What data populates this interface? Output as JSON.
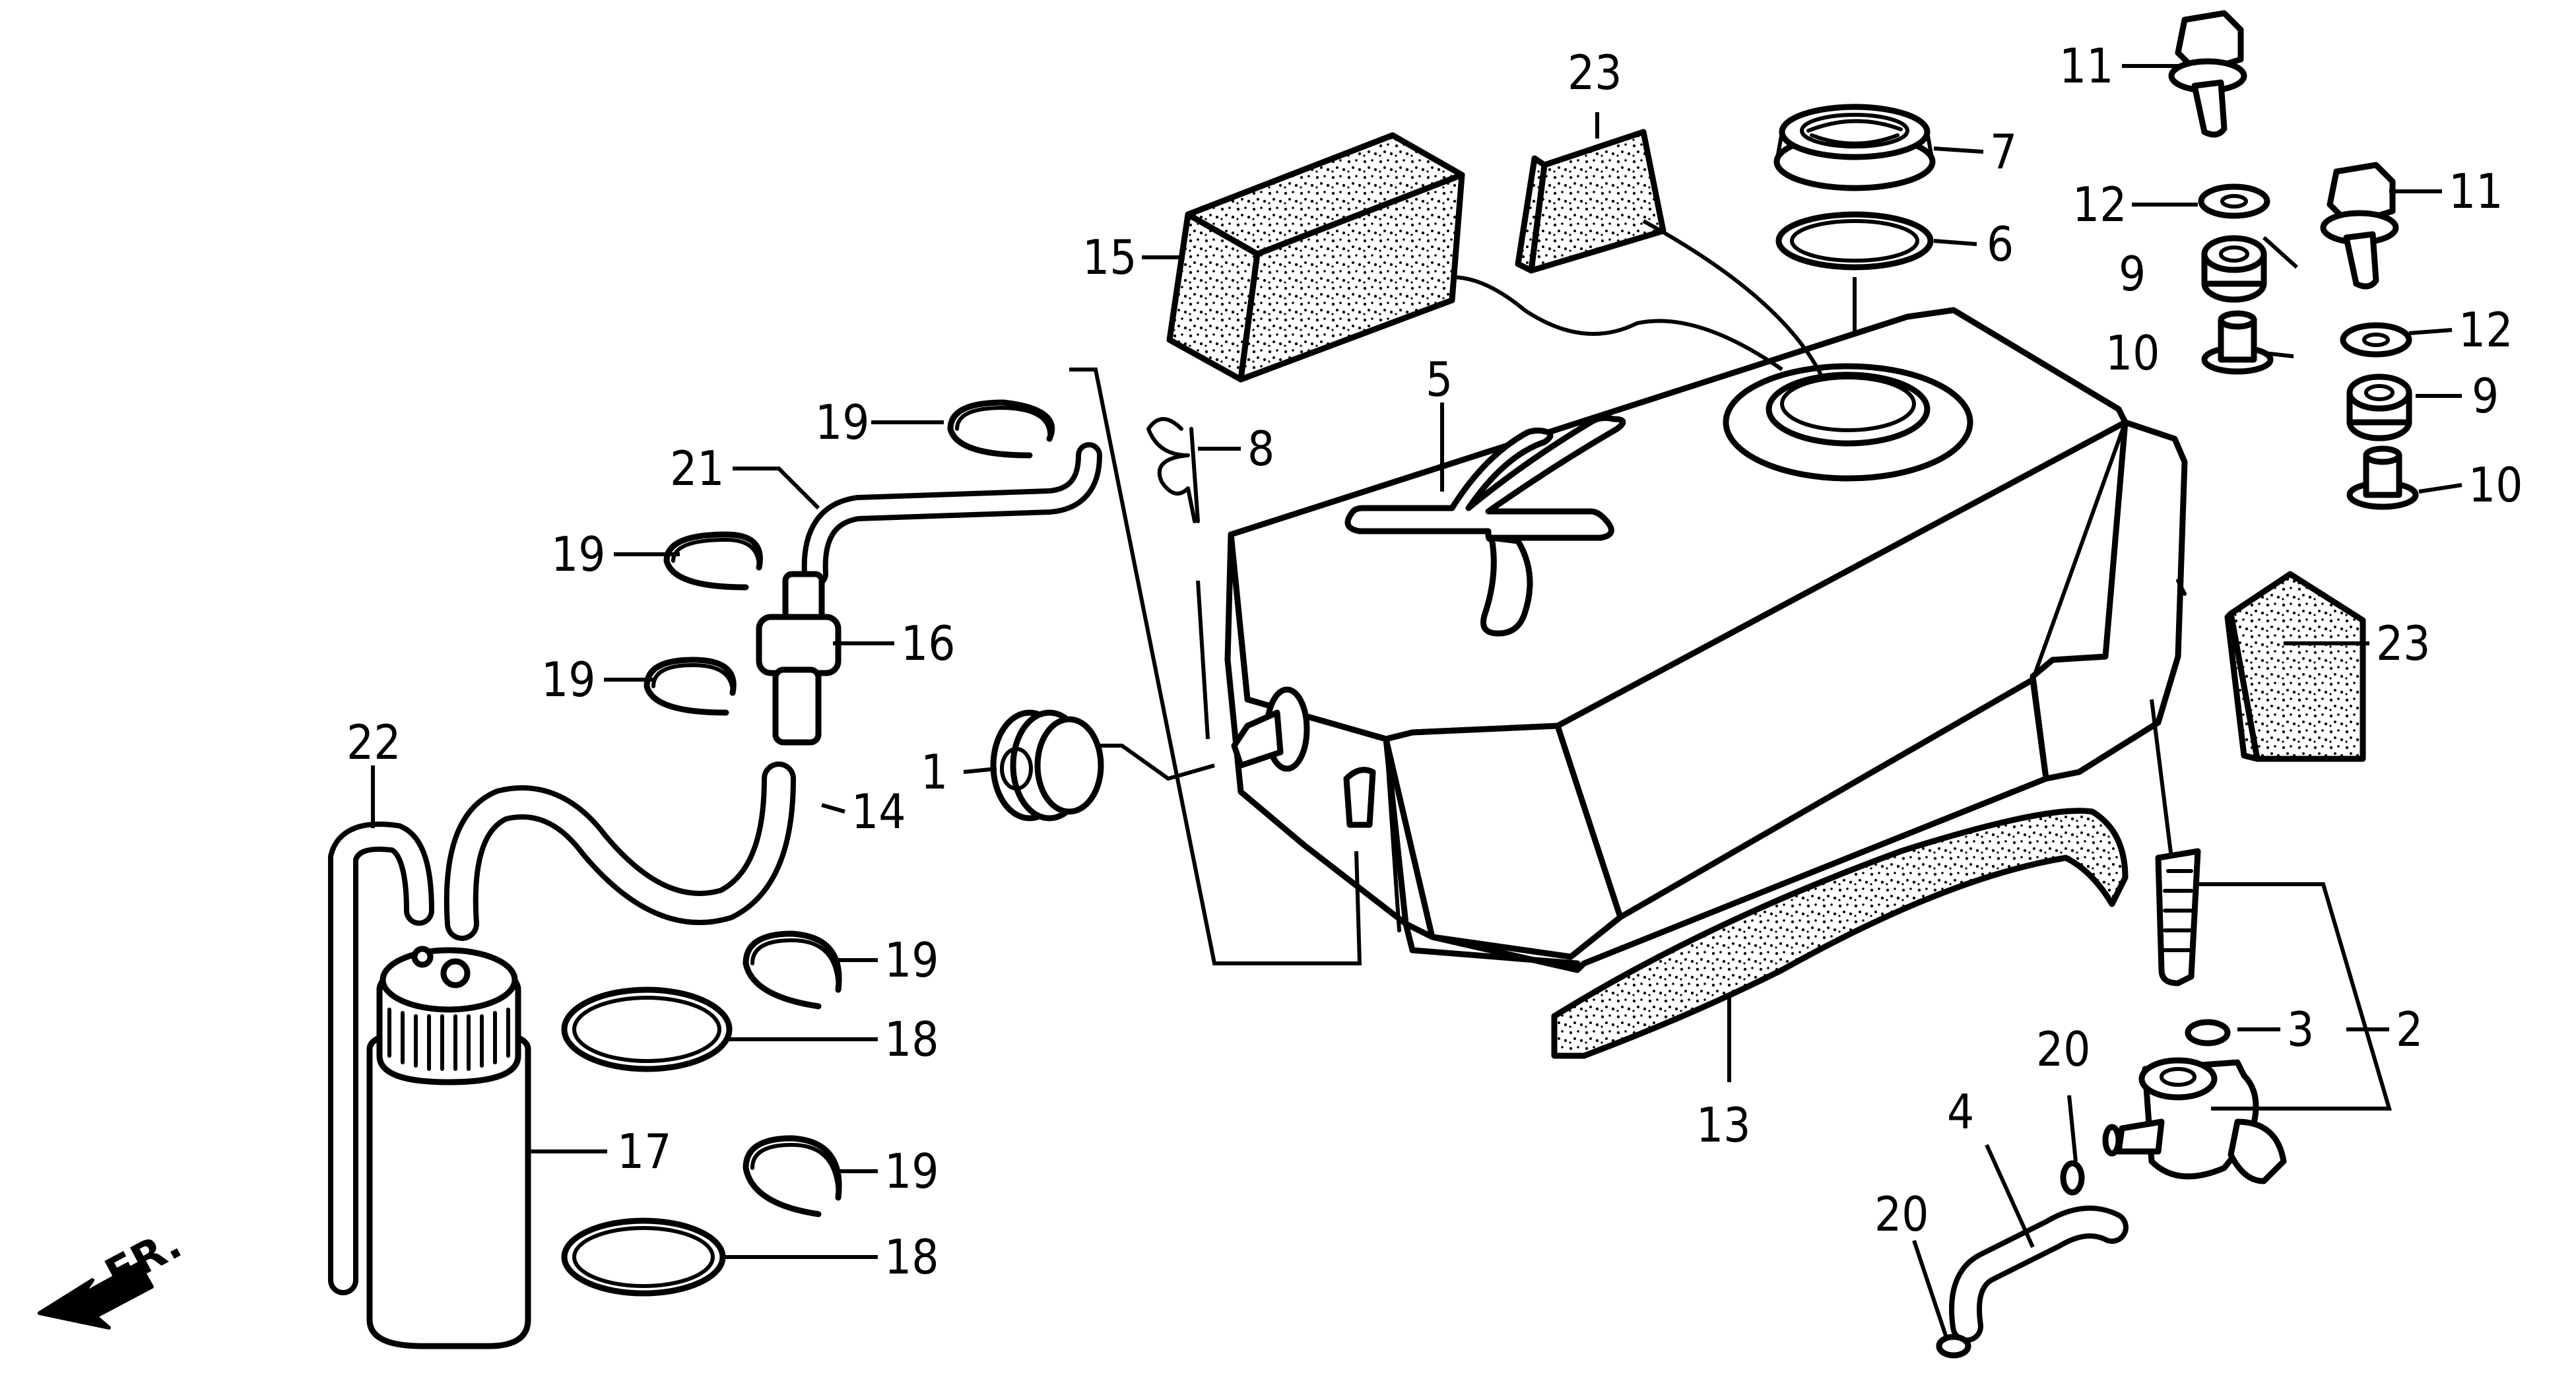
{
  "colors": {
    "line": "#000000",
    "background": "#ffffff"
  },
  "labels": {
    "p1": "1",
    "p2": "2",
    "p3": "3",
    "p4": "4",
    "p5": "5",
    "p6": "6",
    "p7": "7",
    "p8": "8",
    "p9a": "9",
    "p9b": "9",
    "p10a": "10",
    "p10b": "10",
    "p11a": "11",
    "p11b": "11",
    "p12a": "12",
    "p12b": "12",
    "p13": "13",
    "p14": "14",
    "p15": "15",
    "p16": "16",
    "p17": "17",
    "p18a": "18",
    "p18b": "18",
    "p19a": "19",
    "p19b": "19",
    "p19c": "19",
    "p19d": "19",
    "p19e": "19",
    "p20a": "20",
    "p20b": "20",
    "p21": "21",
    "p22": "22",
    "p23a": "23",
    "p23b": "23"
  },
  "front_marker": {
    "text": "FR.",
    "icon": "arrow-down-left-icon"
  }
}
